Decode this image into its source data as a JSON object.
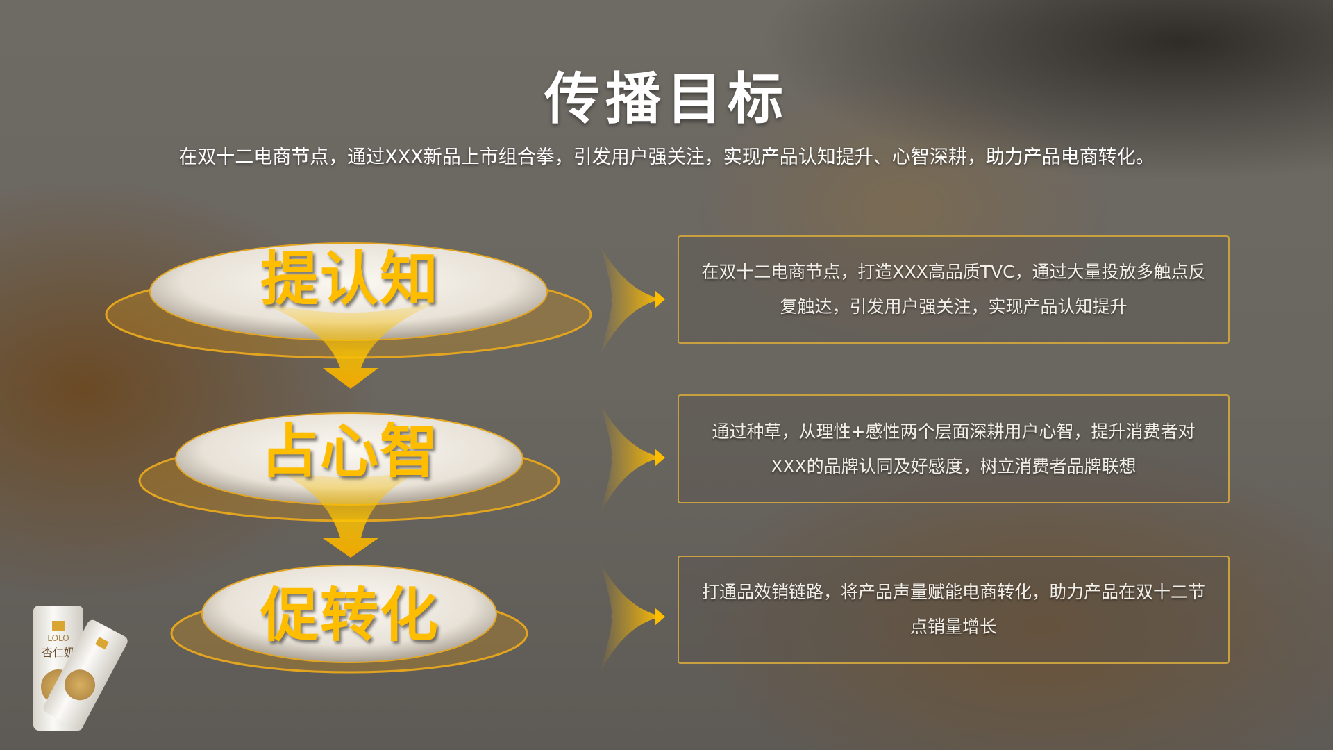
{
  "title": "传播目标",
  "subtitle": "在双十二电商节点，通过XXX新品上市组合拳，引发用户强关注，实现产品认知提升、心智深耕，助力产品电商转化。",
  "stages": [
    {
      "label": "提认知",
      "description": "在双十二电商节点，打造XXX高品质TVC，通过大量投放多触点反复触达，引发用户强关注，实现产品认知提升"
    },
    {
      "label": "占心智",
      "description": "通过种草，从理性+感性两个层面深耕用户心智，提升消费者对XXX的品牌认同及好感度，树立消费者品牌联想"
    },
    {
      "label": "促转化",
      "description": "打通品效销链路，将产品声量赋能电商转化，助力产品在双十二节点销量增长"
    }
  ],
  "product": {
    "brand": "LOLO",
    "name": "杏仁奶"
  },
  "colors": {
    "accent": "#ffbd00",
    "border": "#c9a040"
  }
}
